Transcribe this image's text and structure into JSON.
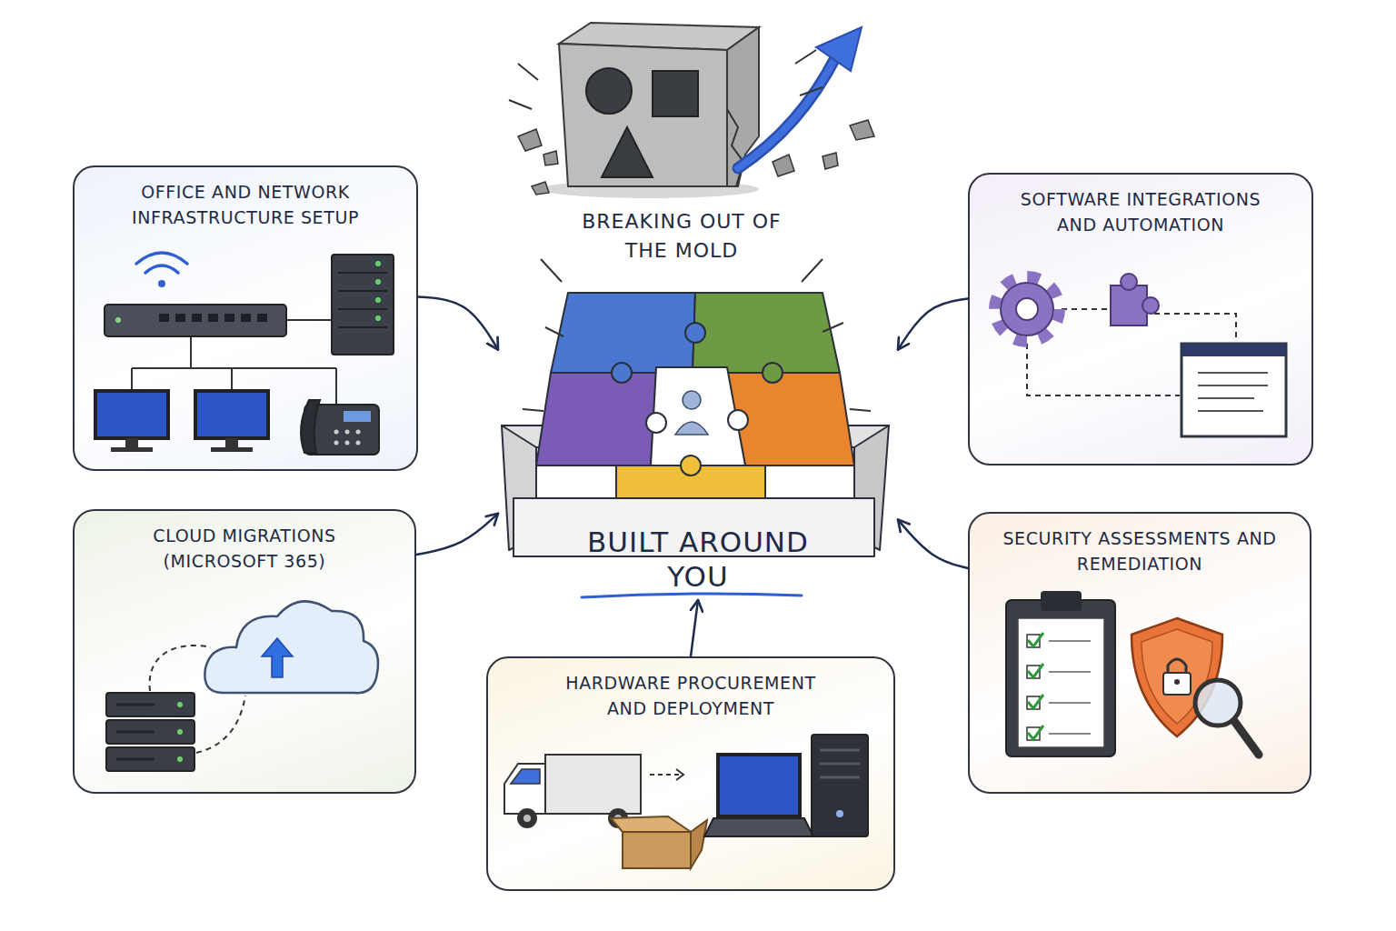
{
  "diagram": {
    "nodes": [
      {
        "text": [
          "OFFICE AND NETWORK INFRASTRUCTURE SETUP"
        ]
      },
      {
        "text": [
          "SOFTWARE INTEGRATIONS AND AUTOMATION"
        ]
      },
      {
        "text": [
          "BUILT AROUND YOU"
        ]
      },
      {
        "text": [
          "CLOUD MIGRATIONS (MICROSOFT 365)"
        ]
      },
      {
        "text": [
          "SECURITY ASSESSMENTS AND REMEDIATION"
        ]
      },
      {
        "text": [
          "HARDWARE PROCUREMENT AND DEPLOYMENT"
        ]
      }
    ],
    "edges": [
      {
        "from": 0,
        "to": 2,
        "arrow": "to"
      },
      {
        "from": 1,
        "to": 2,
        "arrow": "to"
      },
      {
        "from": 3,
        "to": 2,
        "arrow": "to"
      },
      {
        "from": 4,
        "to": 2,
        "arrow": "to"
      },
      {
        "from": 5,
        "to": 2,
        "arrow": "to"
      }
    ],
    "labels": [
      "BREAKING OUT OF THE MOLD"
    ]
  }
}
